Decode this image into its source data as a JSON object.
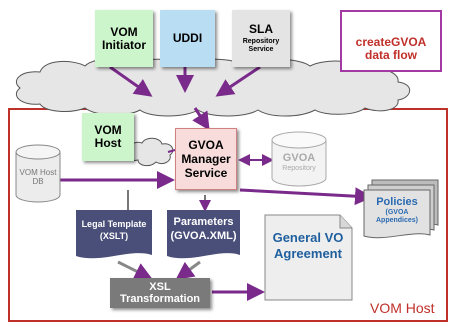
{
  "nodes": {
    "vom_initiator": "VOM Initiator",
    "uddi": "UDDI",
    "sla_title": "SLA",
    "sla_subtitle": "Repository Service",
    "legend_text": "createGVOA data flow",
    "vom_host_box": "VOM Host",
    "vom_host_db": "VOM Host DB",
    "gvoa_manager": "GVOA Manager Service",
    "gvoa_repo_title": "GVOA",
    "gvoa_repo_subtitle": "Repository",
    "policies_title": "Policies",
    "policies_subtitle": "(GVOA Appendices)",
    "legal_template_title": "Legal Template",
    "legal_template_sub": "(XSLT)",
    "parameters_title": "Parameters",
    "parameters_sub": "(GVOA.XML)",
    "general_vo": "General VO Agreement",
    "xsl_title": "XSL",
    "xsl_sub": "Transformation",
    "container_label": "VOM Host"
  },
  "colors": {
    "flow": "#7a2a8a",
    "container_border": "#c0302a",
    "legend_text": "#c0302a",
    "policy_text": "#2a6ab0",
    "general_text": "#1f5f9e",
    "doc_fill": "#4a4f7a",
    "xsl_fill": "#7a7a7a",
    "manager_fill": "#f8dcdc"
  }
}
